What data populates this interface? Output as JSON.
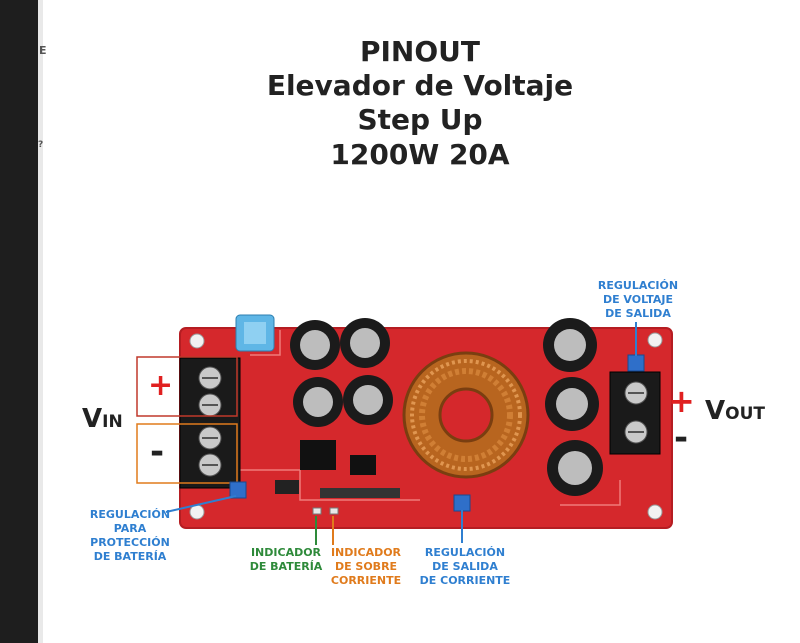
{
  "title": {
    "line1": "PINOUT",
    "line2": "Elevador de Voltaje",
    "line3": "Step Up",
    "line4": "1200W 20A"
  },
  "strip": {
    "char1": "E",
    "char2": "?"
  },
  "input": {
    "label_main": "V",
    "label_sub": "IN",
    "plus": "+",
    "minus": "-"
  },
  "output": {
    "label_main": "V",
    "label_sub": "OUT",
    "plus": "+",
    "minus": "-"
  },
  "annotations": {
    "battery_protection": [
      "REGULACIÓN",
      "PARA",
      "PROTECCIÓN",
      "DE BATERÍA"
    ],
    "battery_indicator": [
      "INDICADOR",
      "DE BATERÍA"
    ],
    "overcurrent_indicator": [
      "INDICADOR",
      "DE SOBRE",
      "CORRIENTE"
    ],
    "current_regulation": [
      "REGULACIÓN",
      "DE SALIDA",
      "DE CORRIENTE"
    ],
    "voltage_regulation": [
      "REGULACIÓN",
      "DE VOLTAJE",
      "DE SALIDA"
    ]
  },
  "colors": {
    "annotation_blue": "#2f7fd0",
    "annotation_green": "#2e8a3a",
    "annotation_orange": "#e07b1c",
    "plus_red": "#e02020",
    "board_red": "#d5282c"
  }
}
